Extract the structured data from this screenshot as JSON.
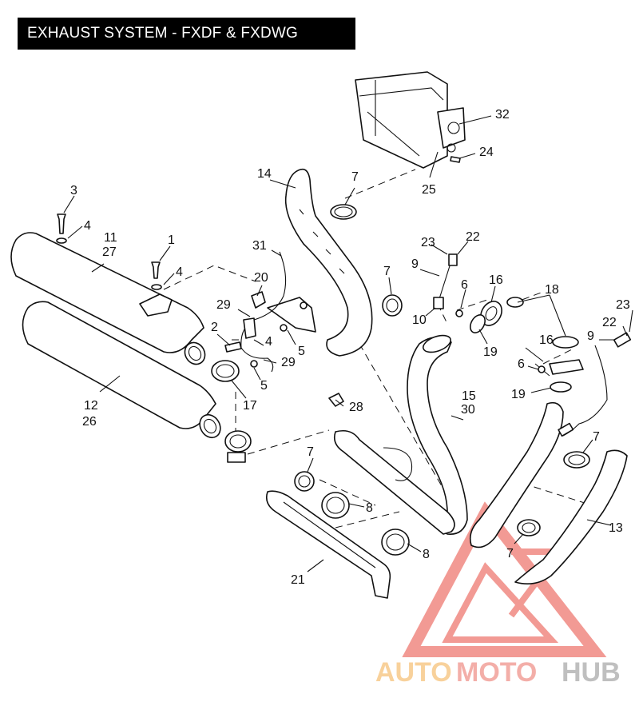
{
  "title": "EXHAUST SYSTEM - FXDF & FXDWG",
  "callouts": [
    "3",
    "4",
    "11",
    "27",
    "1",
    "4",
    "2",
    "12",
    "26",
    "17",
    "14",
    "7",
    "31",
    "20",
    "29",
    "4",
    "5",
    "29",
    "5",
    "28",
    "32",
    "24",
    "25",
    "23",
    "22",
    "9",
    "10",
    "6",
    "7",
    "16",
    "18",
    "19",
    "16",
    "6",
    "19",
    "15",
    "30",
    "9",
    "22",
    "23",
    "7",
    "13",
    "7",
    "7",
    "8",
    "8",
    "21"
  ],
  "watermark": {
    "part1": "AUTO",
    "part2": "MOTO",
    "part3": "HUB"
  },
  "colors": {
    "watermark_orange": "#f7c98a",
    "watermark_red": "#f2a09a",
    "watermark_gray": "#b9b9b9",
    "line": "#111111"
  }
}
